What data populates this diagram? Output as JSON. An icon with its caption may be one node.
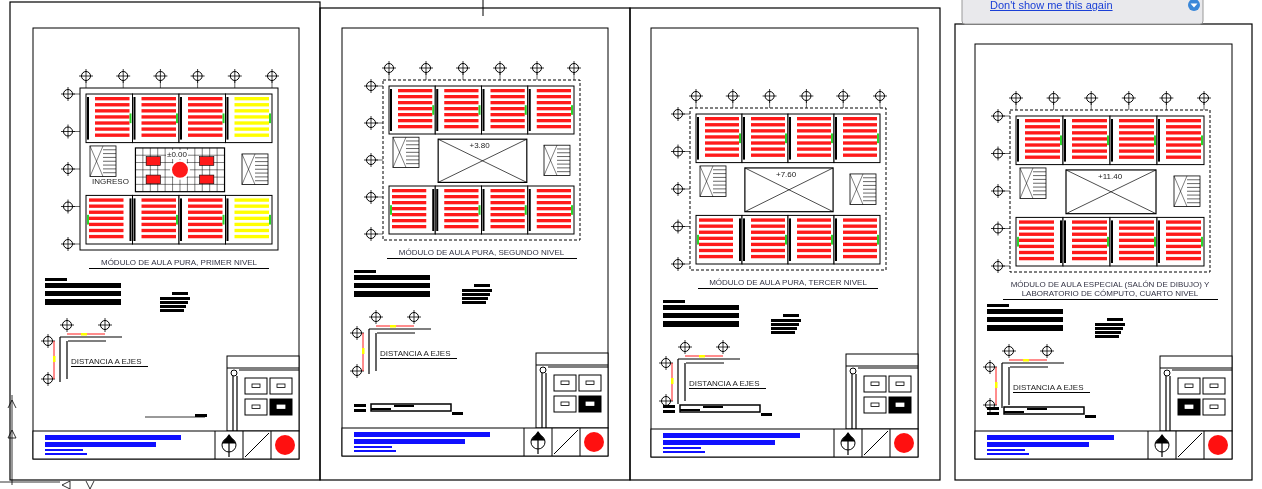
{
  "diagram": {
    "labels": [
      "Don't show me this again",
      "±0.00",
      "INGRESO",
      "MÓDULO DE AULA PURA, PRIMER NIVEL",
      "DISTANCIA A EJES",
      "+3.80",
      "MÓDULO DE AULA PURA, SEGUNDO NIVEL",
      "DISTANCIA A EJES",
      "+7.60",
      "MÓDULO DE AULA PURA, TERCER NIVEL",
      "DISTANCIA A EJES",
      "+11.40",
      "MÓDULO DE AULA ESPECIAL (SALÓN DE DIBUJO) Y LABORATORIO DE CÓMPUTO, CUARTO NIVEL",
      "DISTANCIA A EJES"
    ]
  }
}
